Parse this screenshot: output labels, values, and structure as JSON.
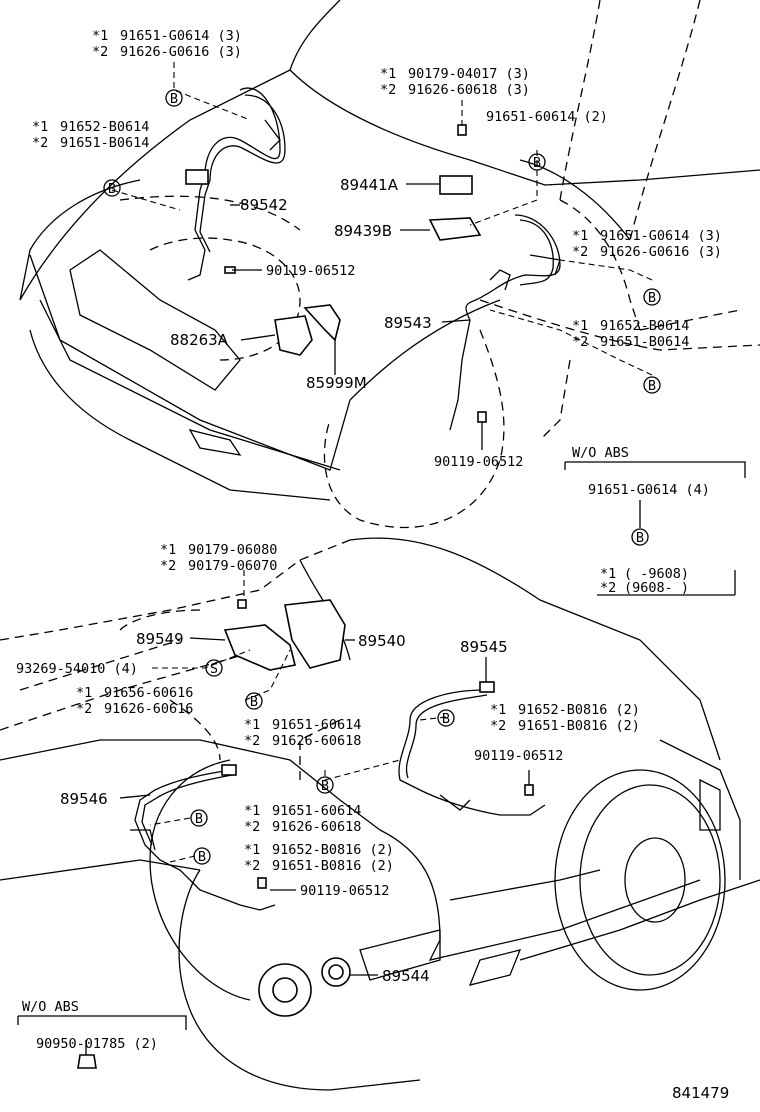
{
  "star1": "*1",
  "star2": "*2",
  "top_left_b_bolts": {
    "l1": "91651-G0614 (3)",
    "l2": "91626-G0616 (3)"
  },
  "left_b_bolts": {
    "l1": "91652-B0614",
    "l2": "91651-B0614"
  },
  "top_mid_bolts": {
    "l1": "90179-04017 (3)",
    "l2": "91626-60618 (3)"
  },
  "mid_b_bolt": "91651-60614 (2)",
  "right_b_bolts_1": {
    "l1": "91651-G0614 (3)",
    "l2": "91626-G0616 (3)"
  },
  "right_b_bolts_2": {
    "l1": "91652-B0614",
    "l2": "91651-B0614"
  },
  "wo_abs_right": {
    "header": "W/O ABS",
    "bolt": "91651-G0614 (4)"
  },
  "legend": {
    "r1": "(      -9608)",
    "r2": "(9608-      )"
  },
  "ecu_bolts": {
    "l1": "90179-06080",
    "l2": "90179-06070"
  },
  "lower_left_b": {
    "l1": "91656-60616",
    "l2": "91626-60616"
  },
  "lower_mid_b": {
    "l1": "91651-60614",
    "l2": "91626-60618"
  },
  "rear_b": {
    "l1": "91652-B0816 (2)",
    "l2": "91651-B0816 (2)"
  },
  "front_b_1": {
    "l1": "91651-60614",
    "l2": "91626-60618"
  },
  "front_b_2": {
    "l1": "91652-B0816 (2)",
    "l2": "91651-B0816 (2)"
  },
  "screw_s": "93269-54010 (4)",
  "bolt_90119": "90119-06512",
  "wo_abs_left": {
    "header": "W/O ABS",
    "part": "90950-01785 (2)"
  },
  "parts": {
    "p89542": "89542",
    "p89441A": "89441A",
    "p89439B": "89439B",
    "p88263A": "88263A",
    "p85999M": "85999M",
    "p89543": "89543",
    "p89549": "89549",
    "p89540": "89540",
    "p89545": "89545",
    "p89546": "89546",
    "p89544": "89544"
  },
  "circle_b": "B",
  "circle_s": "S",
  "diagram_id": "841479"
}
